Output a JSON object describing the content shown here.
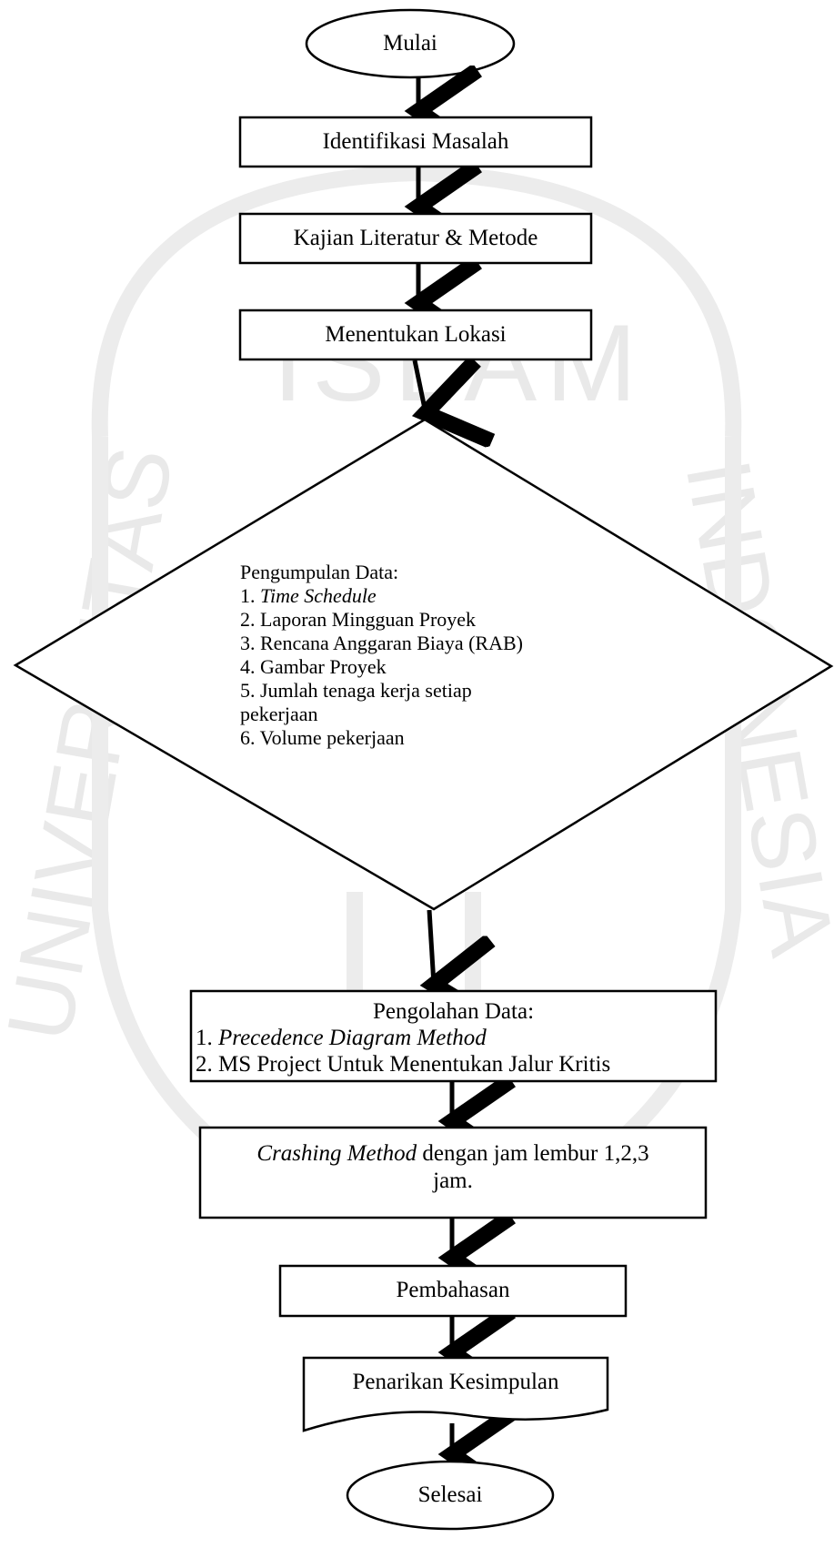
{
  "watermark": {
    "top_word": "ISLAM",
    "left_word": "UNIVERSITAS",
    "right_word": "INDONESIA"
  },
  "flowchart": {
    "start": "Mulai",
    "step1": "Identifikasi Masalah",
    "step2": "Kajian Literatur & Metode",
    "step3": "Menentukan Lokasi",
    "decision": {
      "title": "Pengumpulan Data:",
      "items": [
        "1. ",
        "Time Schedule",
        "2. Laporan Mingguan Proyek",
        "3. Rencana Anggaran Biaya (RAB)",
        "4. Gambar Proyek",
        "5. Jumlah tenaga kerja setiap",
        "pekerjaan",
        "6. Volume pekerjaan"
      ]
    },
    "processing": {
      "title": "Pengolahan Data:",
      "item1_prefix": "1. ",
      "item1_italic": "Precedence Diagram Method",
      "item2": "2. MS Project Untuk Menentukan Jalur  Kritis"
    },
    "crashing": {
      "italic": "Crashing Method",
      "rest": " dengan  jam lembur  1,2,3",
      "line2": "jam."
    },
    "step_discussion": "Pembahasan",
    "step_conclusion": "Penarikan Kesimpulan",
    "end": "Selesai"
  }
}
